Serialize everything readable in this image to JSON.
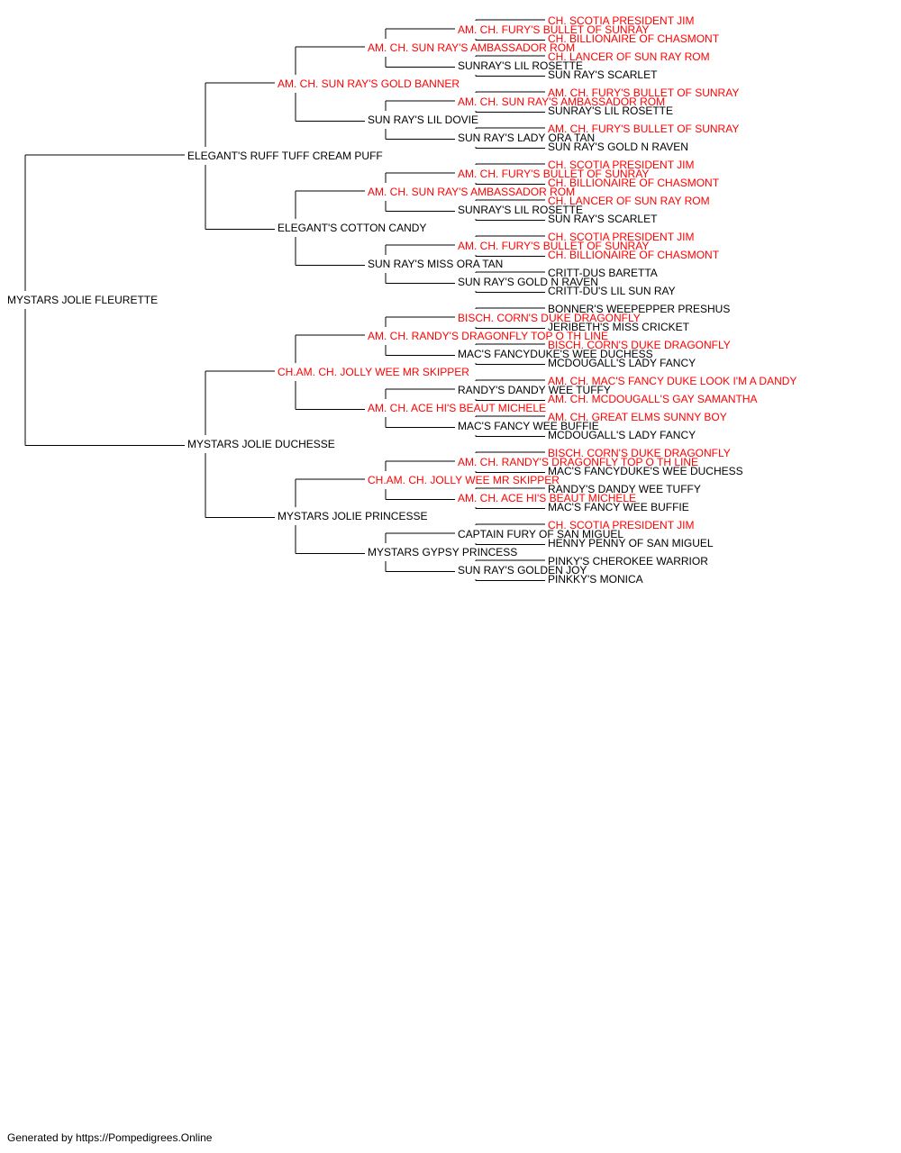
{
  "colors": {
    "champion": "#ff0000",
    "normal": "#000000",
    "line": "#000000"
  },
  "root": {
    "name": "MYSTARS JOLIE FLEURETTE",
    "champion": false
  },
  "gen1": [
    {
      "name": "ELEGANT'S RUFF TUFF CREAM PUFF",
      "champion": false
    },
    {
      "name": "MYSTARS JOLIE DUCHESSE",
      "champion": false
    }
  ],
  "gen2": [
    {
      "name": "AM. CH. SUN RAY'S GOLD BANNER",
      "champion": true
    },
    {
      "name": "ELEGANT'S COTTON CANDY",
      "champion": false
    },
    {
      "name": "CH.AM. CH. JOLLY WEE MR SKIPPER",
      "champion": true
    },
    {
      "name": "MYSTARS JOLIE PRINCESSE",
      "champion": false
    }
  ],
  "gen3": [
    {
      "name": "AM. CH. SUN RAY'S AMBASSADOR ROM",
      "champion": true
    },
    {
      "name": "SUN RAY'S LIL DOVIE",
      "champion": false
    },
    {
      "name": "AM. CH. SUN RAY'S AMBASSADOR ROM",
      "champion": true
    },
    {
      "name": "SUN RAY'S MISS ORA TAN",
      "champion": false
    },
    {
      "name": "AM. CH. RANDY'S DRAGONFLY TOP O TH LINE",
      "champion": true
    },
    {
      "name": "AM. CH. ACE HI'S BEAUT MICHELE",
      "champion": true
    },
    {
      "name": "CH.AM. CH. JOLLY WEE MR SKIPPER",
      "champion": true
    },
    {
      "name": "MYSTARS GYPSY PRINCESS",
      "champion": false
    }
  ],
  "gen4": [
    {
      "name": "AM. CH. FURY'S BULLET OF SUNRAY",
      "champion": true
    },
    {
      "name": "SUNRAY'S LIL ROSETTE",
      "champion": false
    },
    {
      "name": "AM. CH. SUN RAY'S AMBASSADOR ROM",
      "champion": true
    },
    {
      "name": "SUN RAY'S LADY ORA TAN",
      "champion": false
    },
    {
      "name": "AM. CH. FURY'S BULLET OF SUNRAY",
      "champion": true
    },
    {
      "name": "SUNRAY'S LIL ROSETTE",
      "champion": false
    },
    {
      "name": "AM. CH. FURY'S BULLET OF SUNRAY",
      "champion": true
    },
    {
      "name": "SUN RAY'S GOLD N RAVEN",
      "champion": false
    },
    {
      "name": "BISCH. CORN'S DUKE DRAGONFLY",
      "champion": true
    },
    {
      "name": "MAC'S FANCYDUKE'S WEE DUCHESS",
      "champion": false
    },
    {
      "name": "RANDY'S DANDY WEE TUFFY",
      "champion": false
    },
    {
      "name": "MAC'S FANCY WEE BUFFIE",
      "champion": false
    },
    {
      "name": "AM. CH. RANDY'S DRAGONFLY TOP O TH LINE",
      "champion": true
    },
    {
      "name": "AM. CH. ACE HI'S BEAUT MICHELE",
      "champion": true
    },
    {
      "name": "CAPTAIN FURY OF SAN MIGUEL",
      "champion": false
    },
    {
      "name": "SUN RAY'S GOLDEN JOY",
      "champion": false
    }
  ],
  "gen5": [
    {
      "name": "CH. SCOTIA PRESIDENT JIM",
      "champion": true
    },
    {
      "name": "CH. BILLIONAIRE OF CHASMONT",
      "champion": true
    },
    {
      "name": "CH. LANCER OF SUN RAY ROM",
      "champion": true
    },
    {
      "name": "SUN RAY'S SCARLET",
      "champion": false
    },
    {
      "name": "AM. CH. FURY'S BULLET OF SUNRAY",
      "champion": true
    },
    {
      "name": "SUNRAY'S LIL ROSETTE",
      "champion": false
    },
    {
      "name": "AM. CH. FURY'S BULLET OF SUNRAY",
      "champion": true
    },
    {
      "name": "SUN RAY'S GOLD N RAVEN",
      "champion": false
    },
    {
      "name": "CH. SCOTIA PRESIDENT JIM",
      "champion": true
    },
    {
      "name": "CH. BILLIONAIRE OF CHASMONT",
      "champion": true
    },
    {
      "name": "CH. LANCER OF SUN RAY ROM",
      "champion": true
    },
    {
      "name": "SUN RAY'S SCARLET",
      "champion": false
    },
    {
      "name": "CH. SCOTIA PRESIDENT JIM",
      "champion": true
    },
    {
      "name": "CH. BILLIONAIRE OF CHASMONT",
      "champion": true
    },
    {
      "name": "CRITT-DUS BARETTA",
      "champion": false
    },
    {
      "name": "CRITT-DU'S LIL SUN RAY",
      "champion": false
    },
    {
      "name": "BONNER'S WEEPEPPER PRESHUS",
      "champion": false
    },
    {
      "name": "JERIBETH'S MISS CRICKET",
      "champion": false
    },
    {
      "name": "BISCH. CORN'S DUKE DRAGONFLY",
      "champion": true
    },
    {
      "name": "MCDOUGALL'S LADY FANCY",
      "champion": false
    },
    {
      "name": "AM. CH. MAC'S FANCY DUKE LOOK I'M A DANDY",
      "champion": true
    },
    {
      "name": "AM. CH. MCDOUGALL'S GAY SAMANTHA",
      "champion": true
    },
    {
      "name": "AM. CH. GREAT ELMS SUNNY BOY",
      "champion": true
    },
    {
      "name": "MCDOUGALL'S LADY FANCY",
      "champion": false
    },
    {
      "name": "BISCH. CORN'S DUKE DRAGONFLY",
      "champion": true
    },
    {
      "name": "MAC'S FANCYDUKE'S WEE DUCHESS",
      "champion": false
    },
    {
      "name": "RANDY'S DANDY WEE TUFFY",
      "champion": false
    },
    {
      "name": "MAC'S FANCY WEE BUFFIE",
      "champion": false
    },
    {
      "name": "CH. SCOTIA PRESIDENT JIM",
      "champion": true
    },
    {
      "name": "HENNY PENNY OF SAN MIGUEL",
      "champion": false
    },
    {
      "name": "PINKY'S CHEROKEE WARRIOR",
      "champion": false
    },
    {
      "name": "PINKKY'S MONICA",
      "champion": false
    }
  ],
  "footer": "Generated by https://Pompedigrees.Online"
}
